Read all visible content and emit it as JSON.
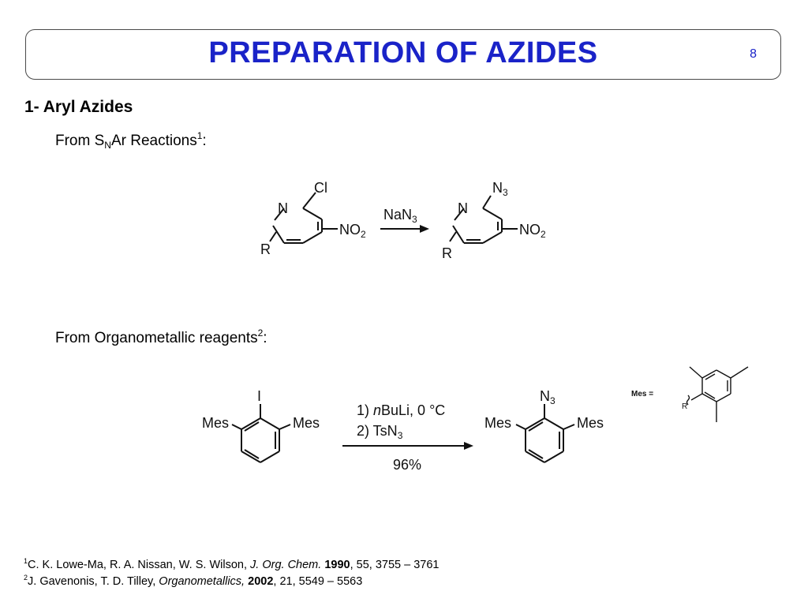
{
  "header": {
    "title": "PREPARATION OF AZIDES",
    "page_number": "8"
  },
  "section_title": "1- Aryl Azides",
  "snar": {
    "label_pre": "From S",
    "label_sub": "N",
    "label_post": "Ar Reactions",
    "ref_mark": "1",
    "colon": ":",
    "reactant": {
      "cl": "Cl",
      "n": "N",
      "no2": "NO",
      "no2_sub": "2",
      "r": "R"
    },
    "reagent": "NaN",
    "reagent_sub": "3",
    "product": {
      "n3": "N",
      "n3_sub": "3",
      "n": "N",
      "no2": "NO",
      "no2_sub": "2",
      "r": "R"
    }
  },
  "organometallic": {
    "label": "From Organometallic reagents",
    "ref_mark": "2",
    "colon": ":",
    "reactant": {
      "i": "I",
      "mes_left": "Mes",
      "mes_right": "Mes"
    },
    "step1_pre": "1) ",
    "step1_italic": "n",
    "step1_post": "BuLi, 0 °C",
    "step2": "2) TsN",
    "step2_sub": "3",
    "yield": "96%",
    "product": {
      "n3": "N",
      "n3_sub": "3",
      "mes_left": "Mes",
      "mes_right": "Mes"
    },
    "mes_def": {
      "label": "Mes =",
      "r": "R"
    }
  },
  "references": [
    {
      "mark": "1",
      "authors": "C. K. Lowe-Ma, R. A. Nissan, W. S. Wilson, ",
      "journal": "J. Org. Chem.",
      "year": "1990",
      "rest": ", 55, 3755 – 3761"
    },
    {
      "mark": "2",
      "authors": "J. Gavenonis, T. D. Tilley, ",
      "journal": "Organometallics,",
      "year": "2002",
      "rest": ", 21, 5549 – 5563"
    }
  ]
}
